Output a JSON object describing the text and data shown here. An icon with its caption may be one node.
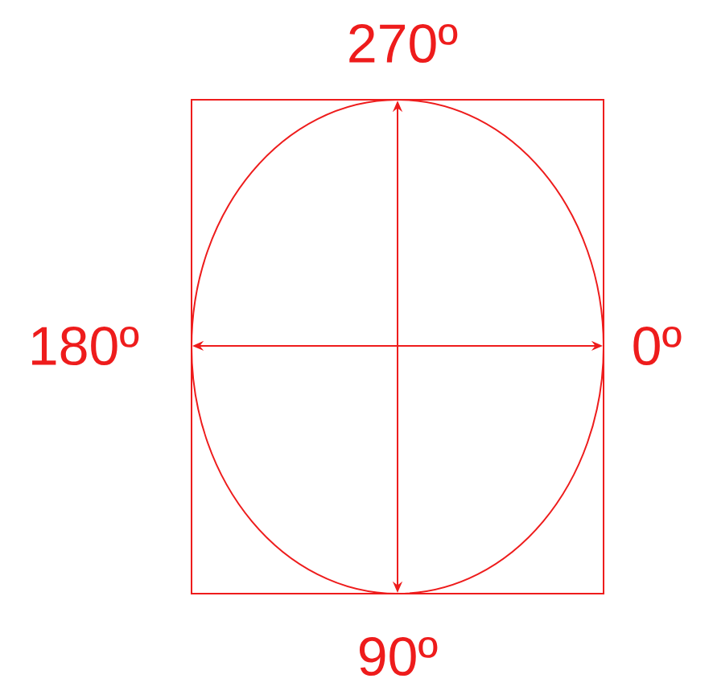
{
  "diagram": {
    "labels": [
      "270º",
      "180º",
      "0º",
      "90º"
    ]
  }
}
